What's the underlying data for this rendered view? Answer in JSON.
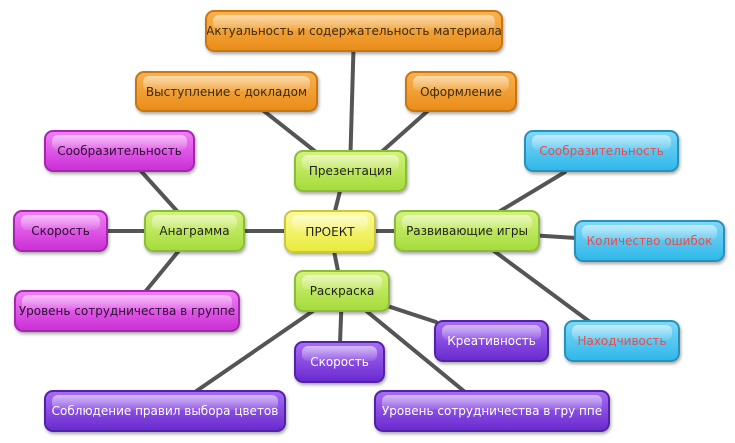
{
  "center": "ПРОЕКТ",
  "branches": {
    "presentation": {
      "label": "Презентация",
      "children": [
        "Актуальность и содержательность материала",
        "Выступление с докладом",
        "Оформление"
      ]
    },
    "anagram": {
      "label": "Анаграмма",
      "children": [
        "Сообразительность",
        "Скорость",
        "Уровень сотрудничества в группе"
      ]
    },
    "games": {
      "label": "Развивающие игры",
      "children": [
        "Сообразительность",
        "Количество ошибок",
        "Находчивость"
      ]
    },
    "coloring": {
      "label": "Раскраска",
      "children": [
        "Креативность",
        "Скорость",
        "Соблюдение правил выбора цветов",
        "Уровень сотрудничества в гру ппе"
      ]
    }
  },
  "colors": {
    "link": "#555555",
    "center": "#f0f05a",
    "branch": "#b6e44e",
    "presentation_leaf": "#f09a2a",
    "anagram_leaf": "#d83ee0",
    "games_leaf": "#3cbcec",
    "coloring_leaf": "#7a3ada"
  }
}
